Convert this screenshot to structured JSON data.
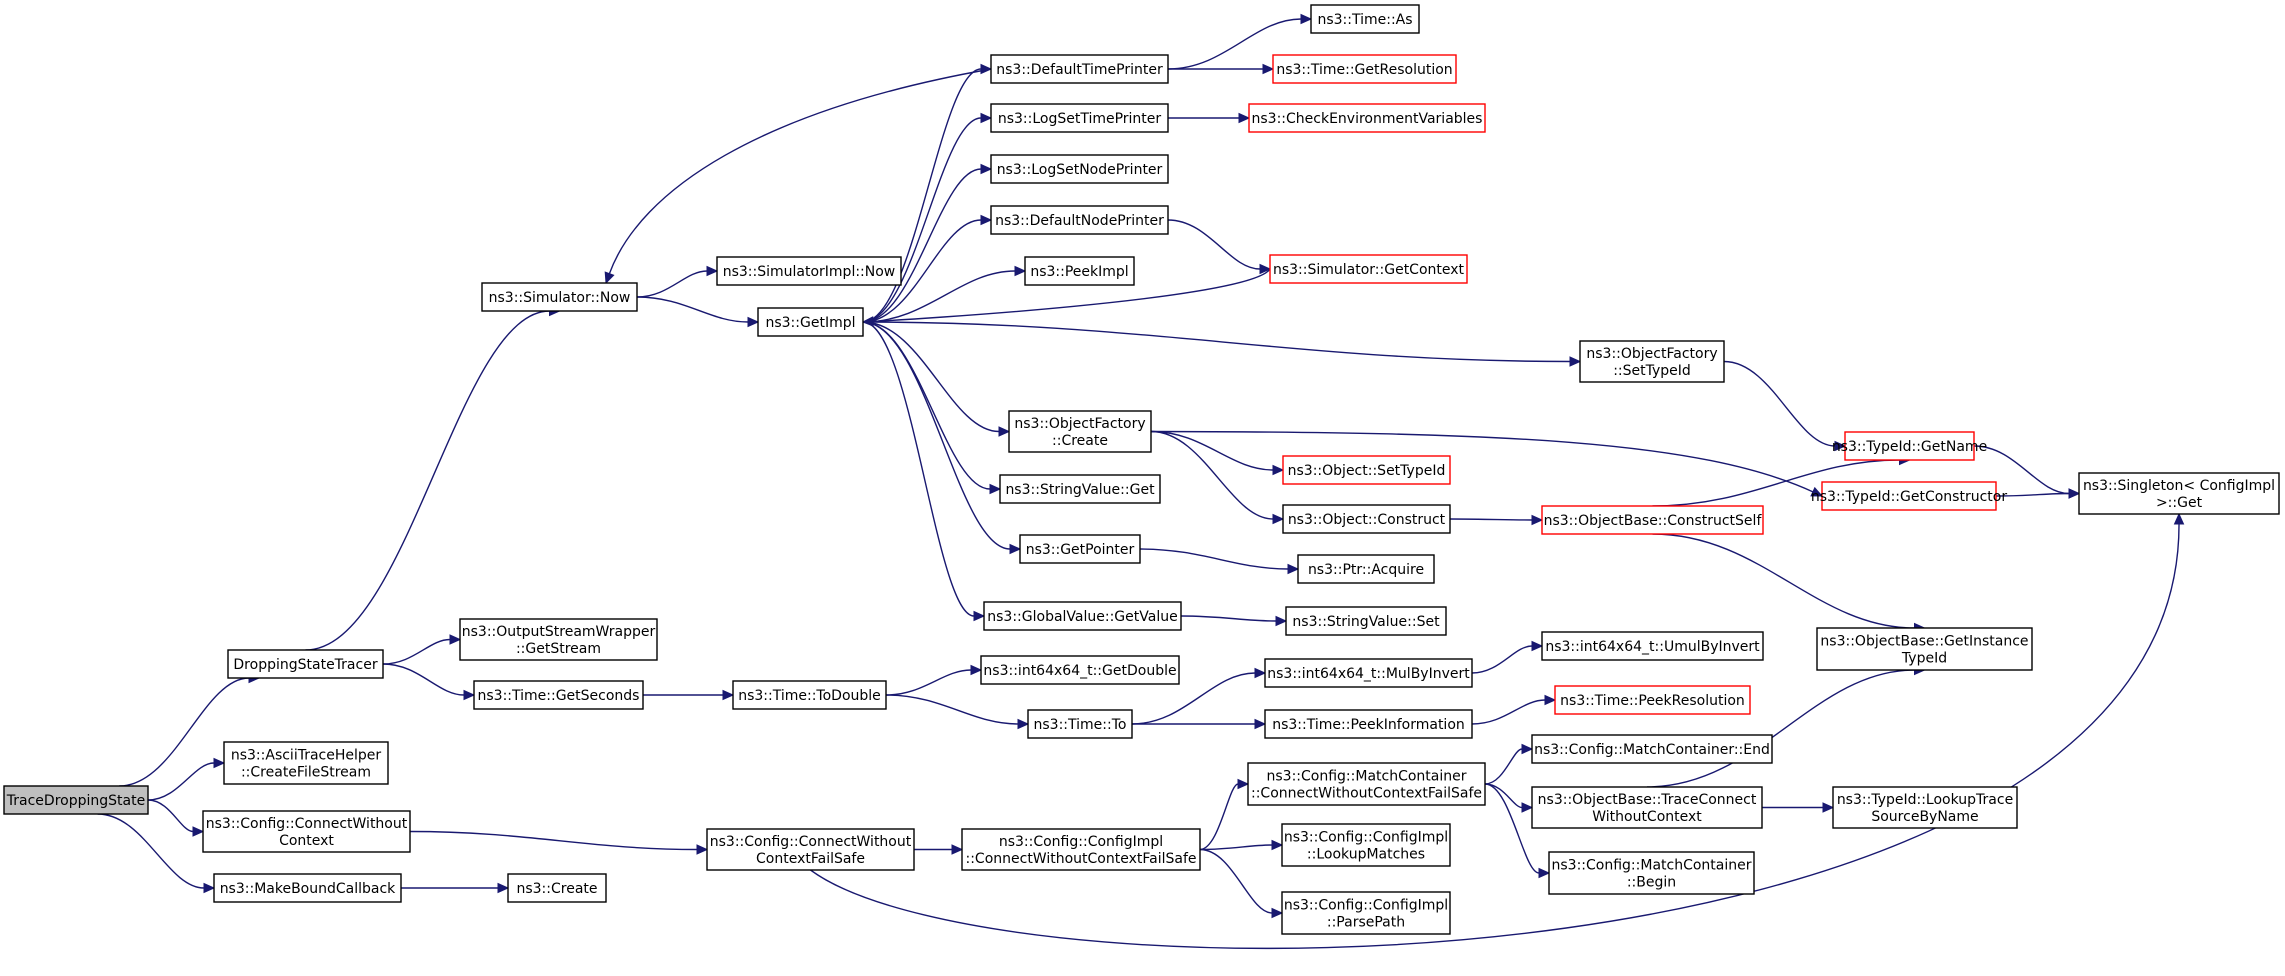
{
  "colors": {
    "edge": "#191970",
    "truncated_node_border": "#ff0000",
    "node_border": "#000000",
    "root_fill": "#bfbfbf"
  },
  "nodes": {
    "n_tds": {
      "lines": [
        "TraceDroppingState"
      ],
      "root": true
    },
    "n_dst": {
      "lines": [
        "DroppingStateTracer"
      ]
    },
    "n_acfs": {
      "lines": [
        "ns3::AsciiTraceHelper",
        "::CreateFileStream"
      ]
    },
    "n_ccwc": {
      "lines": [
        "ns3::Config::ConnectWithout",
        "Context"
      ]
    },
    "n_mbc": {
      "lines": [
        "ns3::MakeBoundCallback"
      ]
    },
    "n_now": {
      "lines": [
        "ns3::Simulator::Now"
      ]
    },
    "n_osw": {
      "lines": [
        "ns3::OutputStreamWrapper",
        "::GetStream"
      ]
    },
    "n_tgs": {
      "lines": [
        "ns3::Time::GetSeconds"
      ]
    },
    "n_simn": {
      "lines": [
        "ns3::SimulatorImpl::Now"
      ]
    },
    "n_gi": {
      "lines": [
        "ns3::GetImpl"
      ]
    },
    "n_dtp": {
      "lines": [
        "ns3::DefaultTimePrinter"
      ]
    },
    "n_lstp": {
      "lines": [
        "ns3::LogSetTimePrinter"
      ]
    },
    "n_lsnp": {
      "lines": [
        "ns3::LogSetNodePrinter"
      ]
    },
    "n_dnp": {
      "lines": [
        "ns3::DefaultNodePrinter"
      ]
    },
    "n_peek": {
      "lines": [
        "ns3::PeekImpl"
      ]
    },
    "n_ofc": {
      "lines": [
        "ns3::ObjectFactory",
        "::Create"
      ]
    },
    "n_svg": {
      "lines": [
        "ns3::StringValue::Get"
      ]
    },
    "n_gp": {
      "lines": [
        "ns3::GetPointer"
      ]
    },
    "n_gvgv": {
      "lines": [
        "ns3::GlobalValue::GetValue"
      ]
    },
    "n_tas": {
      "lines": [
        "ns3::Time::As"
      ]
    },
    "n_tgr": {
      "lines": [
        "ns3::Time::GetResolution"
      ],
      "red": true
    },
    "n_cev": {
      "lines": [
        "ns3::CheckEnvironmentVariables"
      ],
      "red": true
    },
    "n_sgc": {
      "lines": [
        "ns3::Simulator::GetContext"
      ],
      "red": true
    },
    "n_ofst": {
      "lines": [
        "ns3::ObjectFactory",
        "::SetTypeId"
      ]
    },
    "n_ost": {
      "lines": [
        "ns3::Object::SetTypeId"
      ],
      "red": true
    },
    "n_oc": {
      "lines": [
        "ns3::Object::Construct"
      ]
    },
    "n_pa": {
      "lines": [
        "ns3::Ptr::Acquire"
      ]
    },
    "n_svs": {
      "lines": [
        "ns3::StringValue::Set"
      ]
    },
    "n_ttd": {
      "lines": [
        "ns3::Time::ToDouble"
      ]
    },
    "n_igd": {
      "lines": [
        "ns3::int64x64_t::GetDouble"
      ]
    },
    "n_tto": {
      "lines": [
        "ns3::Time::To"
      ]
    },
    "n_imbi": {
      "lines": [
        "ns3::int64x64_t::MulByInvert"
      ]
    },
    "n_iumbi": {
      "lines": [
        "ns3::int64x64_t::UmulByInvert"
      ]
    },
    "n_tpi": {
      "lines": [
        "ns3::Time::PeekInformation"
      ]
    },
    "n_tpr": {
      "lines": [
        "ns3::Time::PeekResolution"
      ],
      "red": true
    },
    "n_tigm": {
      "lines": [
        "ns3::TypeId::GetName"
      ],
      "red": true
    },
    "n_tigc": {
      "lines": [
        "ns3::TypeId::GetConstructor"
      ],
      "red": true
    },
    "n_ocs": {
      "lines": [
        "ns3::ObjectBase::ConstructSelf"
      ],
      "red": true
    },
    "n_sing": {
      "lines": [
        "ns3::Singleton< ConfigImpl",
        " >::Get"
      ]
    },
    "n_ogit": {
      "lines": [
        "ns3::ObjectBase::GetInstance",
        "TypeId"
      ]
    },
    "n_cwcfs": {
      "lines": [
        "ns3::Config::ConnectWithout",
        "ContextFailSafe"
      ]
    },
    "n_cicw": {
      "lines": [
        "ns3::Config::ConfigImpl",
        "::ConnectWithoutContextFailSafe"
      ]
    },
    "n_mccw": {
      "lines": [
        "ns3::Config::MatchContainer",
        "::ConnectWithoutContextFailSafe"
      ]
    },
    "n_cilm": {
      "lines": [
        "ns3::Config::ConfigImpl",
        "::LookupMatches"
      ]
    },
    "n_cipp": {
      "lines": [
        "ns3::Config::ConfigImpl",
        "::ParsePath"
      ]
    },
    "n_mce": {
      "lines": [
        "ns3::Config::MatchContainer::End"
      ]
    },
    "n_obtc": {
      "lines": [
        "ns3::ObjectBase::TraceConnect",
        "WithoutContext"
      ]
    },
    "n_mcb": {
      "lines": [
        "ns3::Config::MatchContainer",
        "::Begin"
      ]
    },
    "n_tlts": {
      "lines": [
        "ns3::TypeId::LookupTrace",
        "SourceByName"
      ]
    },
    "n_create": {
      "lines": [
        "ns3::Create"
      ]
    }
  },
  "edges": [
    [
      "n_tds",
      "n_dst"
    ],
    [
      "n_tds",
      "n_acfs"
    ],
    [
      "n_tds",
      "n_ccwc"
    ],
    [
      "n_tds",
      "n_mbc"
    ],
    [
      "n_dst",
      "n_now"
    ],
    [
      "n_dst",
      "n_osw"
    ],
    [
      "n_dst",
      "n_tgs"
    ],
    [
      "n_now",
      "n_simn"
    ],
    [
      "n_now",
      "n_gi"
    ],
    [
      "n_dtp",
      "n_now"
    ],
    [
      "n_gi",
      "n_dtp"
    ],
    [
      "n_gi",
      "n_lstp"
    ],
    [
      "n_gi",
      "n_lsnp"
    ],
    [
      "n_gi",
      "n_dnp"
    ],
    [
      "n_gi",
      "n_peek"
    ],
    [
      "n_gi",
      "n_ofc"
    ],
    [
      "n_gi",
      "n_svg"
    ],
    [
      "n_gi",
      "n_gp"
    ],
    [
      "n_gi",
      "n_gvgv"
    ],
    [
      "n_gi",
      "n_ofst"
    ],
    [
      "n_sgc",
      "n_gi"
    ],
    [
      "n_dtp",
      "n_tas"
    ],
    [
      "n_dtp",
      "n_tgr"
    ],
    [
      "n_lstp",
      "n_cev"
    ],
    [
      "n_dnp",
      "n_sgc"
    ],
    [
      "n_ofc",
      "n_ost"
    ],
    [
      "n_ofc",
      "n_oc"
    ],
    [
      "n_ofc",
      "n_tigc"
    ],
    [
      "n_gp",
      "n_pa"
    ],
    [
      "n_gvgv",
      "n_svs"
    ],
    [
      "n_ofst",
      "n_tigm"
    ],
    [
      "n_tigm",
      "n_sing"
    ],
    [
      "n_tigc",
      "n_sing"
    ],
    [
      "n_oc",
      "n_ocs"
    ],
    [
      "n_ocs",
      "n_tigm"
    ],
    [
      "n_ocs",
      "n_ogit"
    ],
    [
      "n_tgs",
      "n_ttd"
    ],
    [
      "n_ttd",
      "n_igd"
    ],
    [
      "n_ttd",
      "n_tto"
    ],
    [
      "n_tto",
      "n_imbi"
    ],
    [
      "n_tto",
      "n_tpi"
    ],
    [
      "n_imbi",
      "n_iumbi"
    ],
    [
      "n_tpi",
      "n_tpr"
    ],
    [
      "n_ccwc",
      "n_cwcfs"
    ],
    [
      "n_cwcfs",
      "n_cicw"
    ],
    [
      "n_cwcfs",
      "n_sing"
    ],
    [
      "n_cicw",
      "n_mccw"
    ],
    [
      "n_cicw",
      "n_cilm"
    ],
    [
      "n_cicw",
      "n_cipp"
    ],
    [
      "n_mccw",
      "n_mce"
    ],
    [
      "n_mccw",
      "n_obtc"
    ],
    [
      "n_mccw",
      "n_mcb"
    ],
    [
      "n_obtc",
      "n_ogit"
    ],
    [
      "n_obtc",
      "n_tlts"
    ],
    [
      "n_mbc",
      "n_create"
    ]
  ]
}
